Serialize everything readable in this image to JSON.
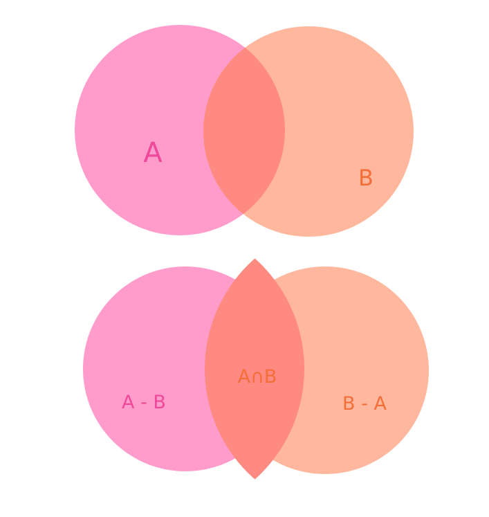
{
  "colors": {
    "set_a": "#ff9ccb",
    "set_b": "#ffb89e",
    "intersection": "#ff8a82",
    "label_a": "#f0489a",
    "label_b": "#f46e3a",
    "background": "#ffffff"
  },
  "top_diagram": {
    "label_a": "A",
    "label_b": "B"
  },
  "bottom_diagram": {
    "label_a_minus_b": "A - B",
    "label_intersection": "A∩B",
    "label_b_minus_a": "B - A"
  }
}
